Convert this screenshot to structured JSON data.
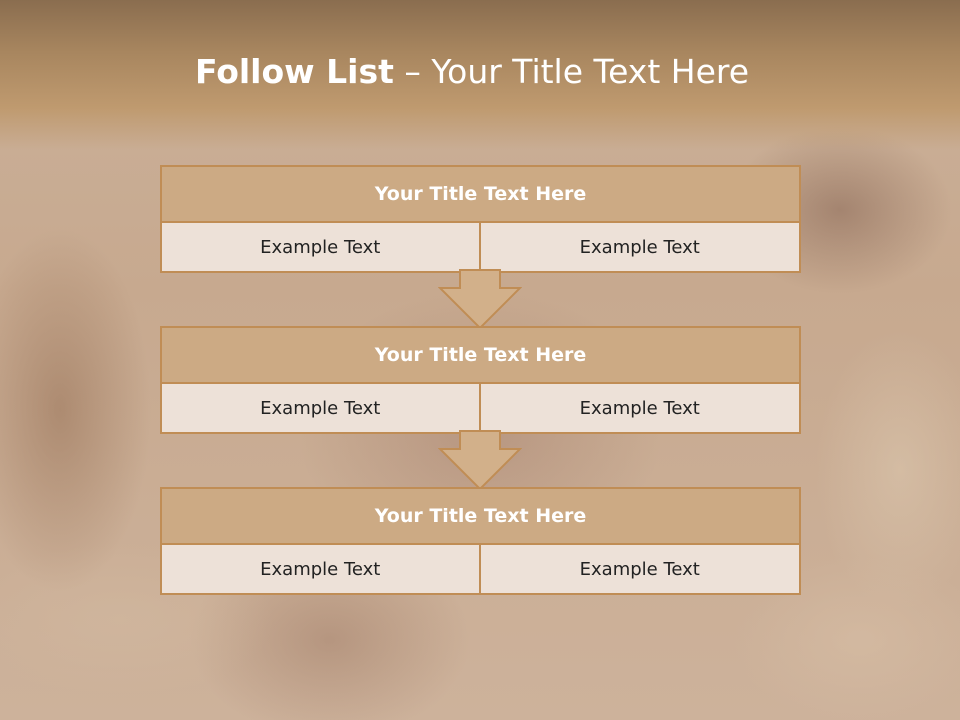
{
  "slide": {
    "title_bold": "Follow List",
    "title_rest": " – Your Title Text Here"
  },
  "steps": [
    {
      "title": "Your Title Text Here",
      "left": "Example Text",
      "right": "Example Text"
    },
    {
      "title": "Your Title Text Here",
      "left": "Example Text",
      "right": "Example Text"
    },
    {
      "title": "Your Title Text Here",
      "left": "Example Text",
      "right": "Example Text"
    }
  ],
  "colors": {
    "title_box": "#ccaa84",
    "border": "#c08d55",
    "cell_fill": "#ede1d8",
    "arrow_fill": "#d2b08a"
  }
}
